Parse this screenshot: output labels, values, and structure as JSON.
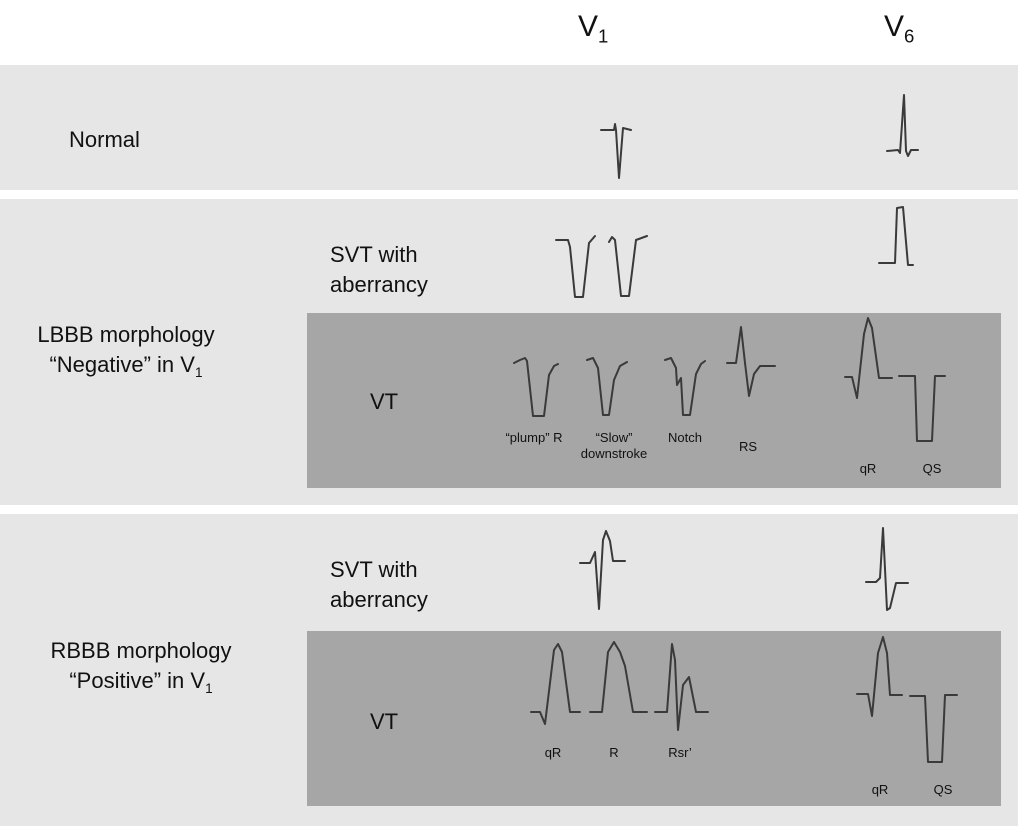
{
  "headers": {
    "lead": "V",
    "v1_sub": "1",
    "v6_sub": "6"
  },
  "normal": {
    "label": "Normal"
  },
  "lbbb": {
    "line1": "LBBB morphology",
    "line2": "“Negative” in V",
    "sub": "1",
    "svt_line1": "SVT with",
    "svt_line2": "aberrancy",
    "vt": "VT",
    "v1_captions": [
      "“plump” R",
      "“Slow”",
      "downstroke",
      "Notch",
      "RS"
    ],
    "v6_captions": [
      "qR",
      "QS"
    ]
  },
  "rbbb": {
    "line1": "RBBB morphology",
    "line2": "“Positive” in V",
    "sub": "1",
    "svt_line1": "SVT with",
    "svt_line2": "aberrancy",
    "vt": "VT",
    "v1_captions": [
      "qR",
      "R",
      "Rsr’"
    ],
    "v6_captions": [
      "qR",
      "QS"
    ]
  }
}
